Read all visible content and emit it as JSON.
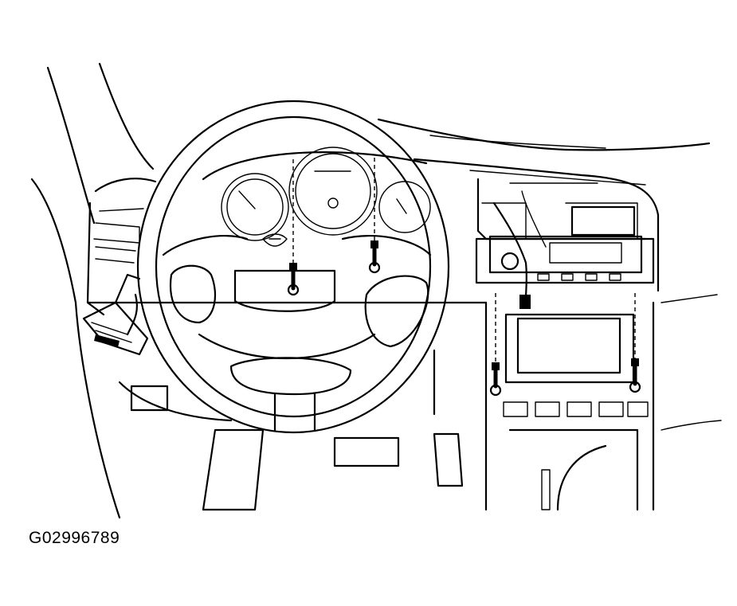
{
  "figure": {
    "id_label": "G02996789",
    "components": {
      "steering_wheel": "steering-wheel",
      "airbag_module": "airbag-module",
      "instrument_cluster": "instrument-cluster",
      "radio_unit": "radio-unit",
      "hvac_control": "hvac-control",
      "screws": "mounting-screws"
    },
    "line_color": "#000000",
    "background_color": "#ffffff"
  }
}
